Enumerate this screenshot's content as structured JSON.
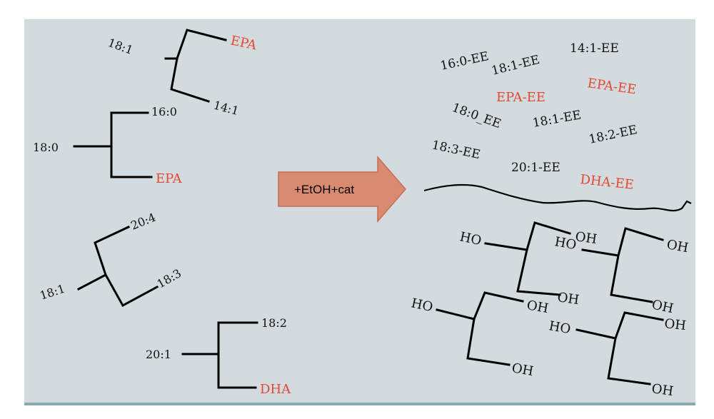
{
  "triglycerides": [
    {
      "top": "EPA",
      "middle": "18:1",
      "bottom": "14:1"
    },
    {
      "top": "16:0",
      "middle": "18:0",
      "bottom": "EPA"
    },
    {
      "top": "20:4",
      "middle": "18:1",
      "bottom": "18:3"
    },
    {
      "top": "18:2",
      "middle": "20:1",
      "bottom": "DHA"
    }
  ],
  "reaction": {
    "label": "+EtOH+cat"
  },
  "esters": [
    "16:0-EE",
    "18:1-EE",
    "14:1-EE",
    "EPA-EE",
    "EPA-EE",
    "18:0_EE",
    "18:1-EE",
    "18:2-EE",
    "18:3-EE",
    "20:1-EE",
    "DHA-EE"
  ],
  "glycerol": {
    "hydroxyl": "HO",
    "hydroxyl_r": "OH"
  },
  "colors": {
    "background": "#d4dbde",
    "highlight": "#e24a33",
    "arrow_fill": "#d98b72",
    "arrow_stroke": "#c27058"
  }
}
